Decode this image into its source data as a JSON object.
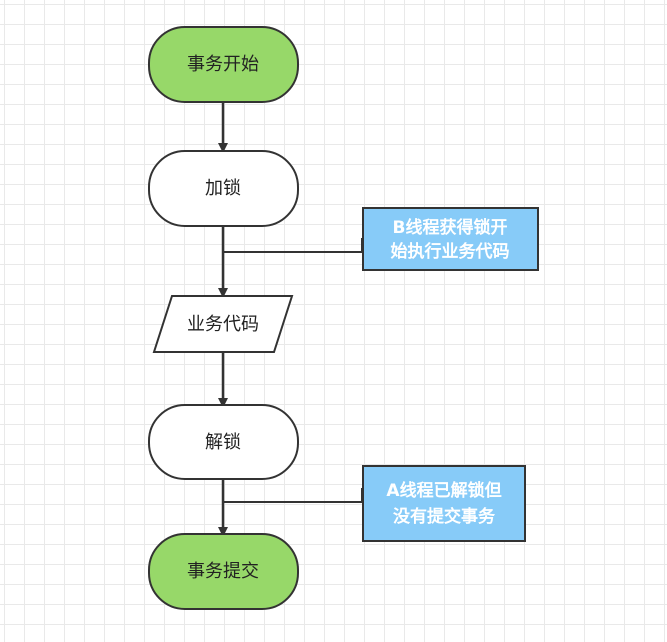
{
  "colors": {
    "start_end_fill": "#97d869",
    "process_fill": "#ffffff",
    "stroke": "#333333",
    "note_fill": "#87cbf8",
    "note_text": "#ffffff"
  },
  "nodes": {
    "start": {
      "label": "事务开始"
    },
    "lock": {
      "label": "加锁"
    },
    "business": {
      "label": "业务代码"
    },
    "unlock": {
      "label": "解锁"
    },
    "commit": {
      "label": "事务提交"
    }
  },
  "notes": {
    "note_b": {
      "lines": [
        "B线程获得锁开",
        "始执行业务代码"
      ]
    },
    "note_a": {
      "lines": [
        "A线程已解锁但",
        "没有提交事务"
      ]
    }
  }
}
